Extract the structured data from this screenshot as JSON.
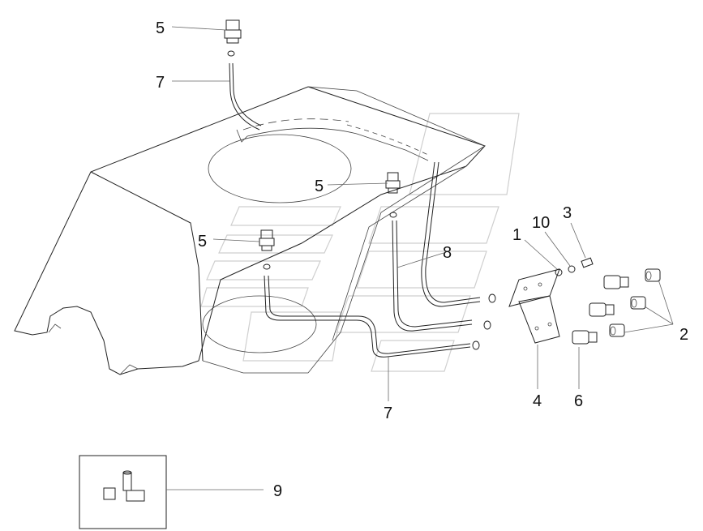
{
  "callouts": {
    "c5a": "5",
    "c7a": "7",
    "c5b": "5",
    "c5c": "5",
    "c8": "8",
    "c1": "1",
    "c10": "10",
    "c3": "3",
    "c2": "2",
    "c4": "4",
    "c6": "6",
    "c7b": "7",
    "c9": "9"
  }
}
